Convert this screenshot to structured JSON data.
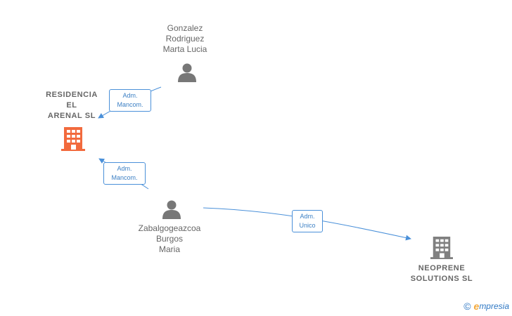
{
  "colors": {
    "edge": "#4a90d9",
    "person": "#777777",
    "company_main": "#f26a3d",
    "company_other": "#808080",
    "label_text": "#666666"
  },
  "people": {
    "gonzalez": {
      "lines": [
        "Gonzalez",
        "Rodriguez",
        "Marta Lucia"
      ],
      "icon": "person-icon"
    },
    "zabalgo": {
      "lines": [
        "Zabalgogeazcoa",
        "Burgos",
        "Maria"
      ],
      "icon": "person-icon"
    }
  },
  "companies": {
    "residencia": {
      "lines": [
        "RESIDENCIA",
        "EL",
        "ARENAL SL"
      ],
      "icon": "building-icon"
    },
    "neoprene": {
      "lines": [
        "NEOPRENE",
        "SOLUTIONS SL"
      ],
      "icon": "building-icon"
    }
  },
  "edges": {
    "gonzalez_to_residencia": {
      "lines": [
        "Adm.",
        "Mancom."
      ]
    },
    "zabalgo_to_residencia": {
      "lines": [
        "Adm.",
        "Mancom."
      ]
    },
    "zabalgo_to_neoprene": {
      "lines": [
        "Adm.",
        "Unico"
      ]
    }
  },
  "footer": {
    "copyright": "©",
    "brand_initial": "e",
    "brand_rest": "mpresia"
  }
}
